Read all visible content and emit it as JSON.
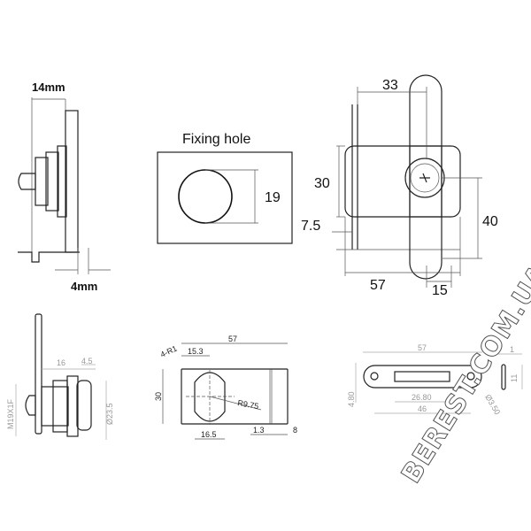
{
  "top_left_view": {
    "width_label": "14mm",
    "offset_label": "4mm"
  },
  "fixing_hole": {
    "title": "Fixing hole",
    "diameter": "19"
  },
  "front_view": {
    "top_width": "33",
    "body_height": "30",
    "bar_height": "40",
    "offset": "7.5",
    "total_width": "57",
    "bar_width": "15"
  },
  "side_drawing": {
    "dim_16": "16",
    "dim_4_5": "4.5",
    "thread": "M19X1F",
    "diameter": "Ø23.5"
  },
  "cam_drawing": {
    "length": "57",
    "corner_radius": "4-R1",
    "center_offset": "15.3",
    "height": "30",
    "radius": "R9.75",
    "hole_width": "16.5",
    "dim_1_3": "1.3",
    "dim_8": "8"
  },
  "plate_drawing": {
    "length": "57",
    "thickness": "1",
    "height": "11",
    "hole_offset": "4.80",
    "slot_length": "26.80",
    "hole_spacing": "46",
    "hole_diameter": "Ø3.50"
  },
  "watermark": "BEREST.COM.UA"
}
